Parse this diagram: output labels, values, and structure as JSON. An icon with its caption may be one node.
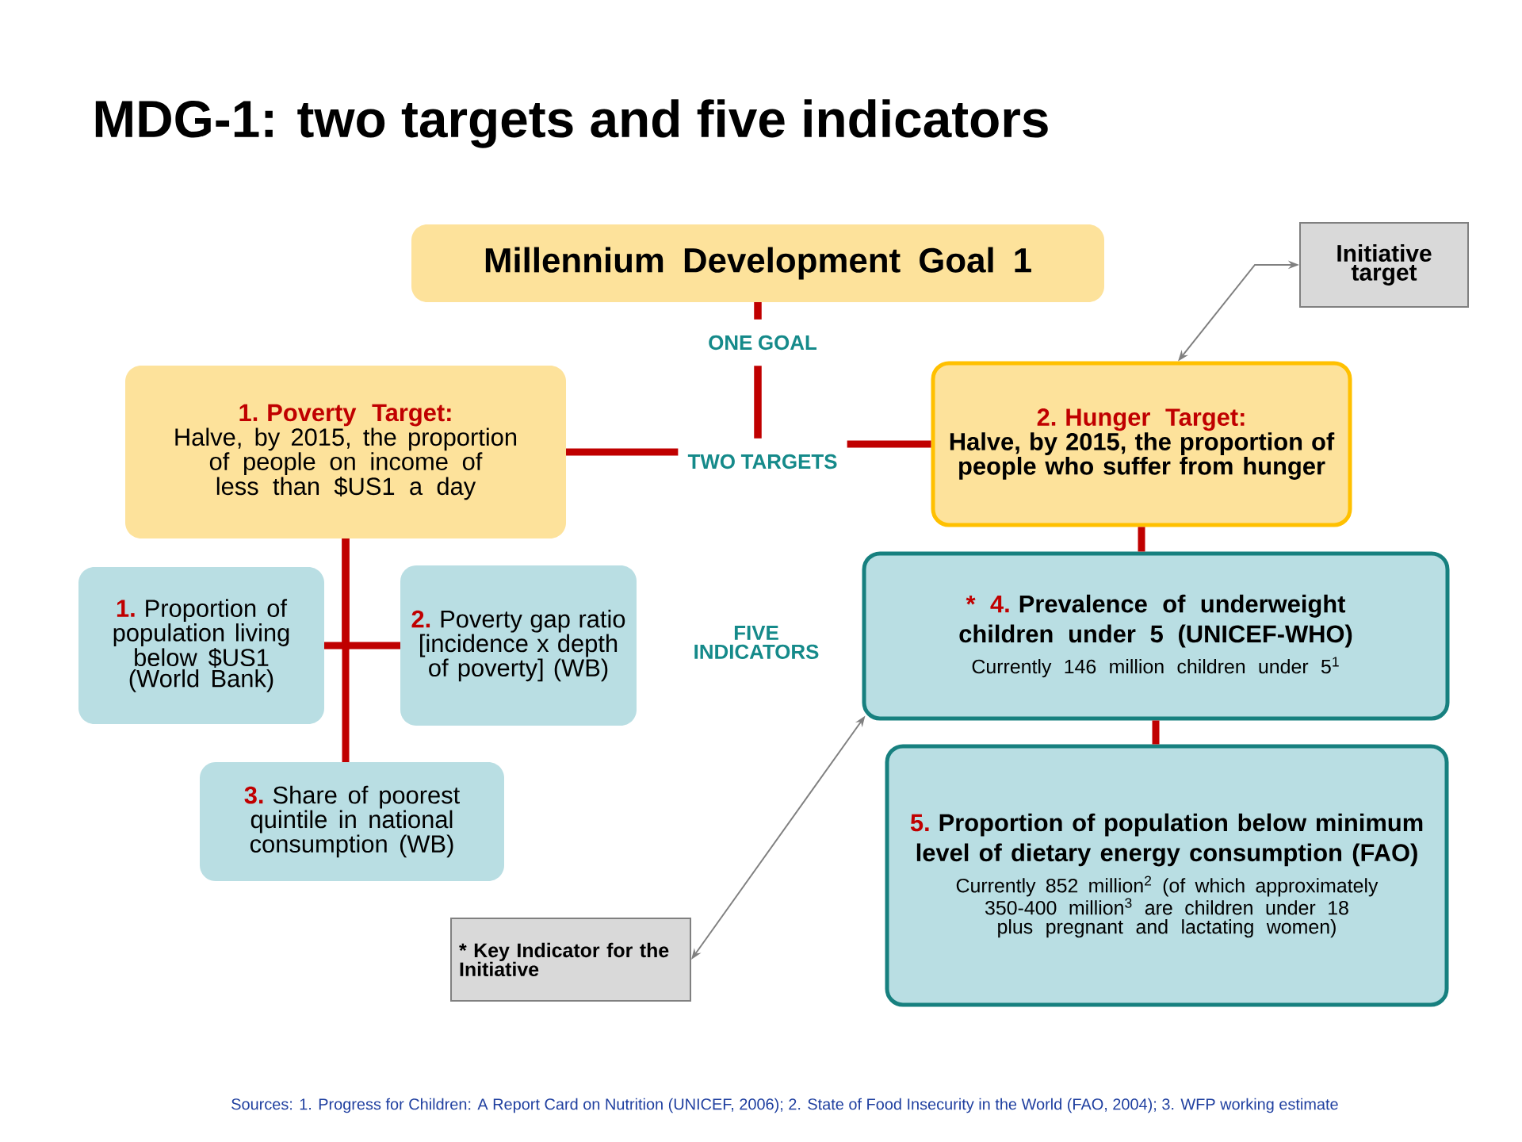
{
  "diagram": {
    "title": "MDG-1: two targets and five indicators",
    "nodes": [
      {
        "text": [
          "Millennium Development Goal 1"
        ]
      },
      {
        "text": [
          "1. Poverty Target:",
          "Halve, by 2015, the proportion of people on income of less than $US1 a day"
        ]
      },
      {
        "text": [
          "2. Hunger Target:",
          "Halve, by 2015, the proportion of people who suffer from hunger"
        ]
      },
      {
        "text": [
          "1.",
          "Proportion of population living below $US1 (World Bank)"
        ]
      },
      {
        "text": [
          "2.",
          "Poverty gap ratio [incidence x depth of poverty] (WB)"
        ]
      },
      {
        "text": [
          "3.",
          "Share of poorest quintile in national consumption (WB)"
        ]
      },
      {
        "text": [
          "* 4.",
          "Prevalence of underweight children under 5 (UNICEF-WHO)",
          "Currently 146 million children under 5$^{1}$"
        ]
      },
      {
        "text": [
          "5.",
          "Proportion of population below minimum level of dietary energy consumption (FAO)",
          "Currently 852 million$^{2}$ (of which approximately 350-400 million$^{3}$ are children under 18 plus pregnant and lactating women)"
        ]
      },
      {
        "text": [
          "Initiative target"
        ]
      },
      {
        "text": [
          "* Key Indicator for the Initiative"
        ]
      }
    ],
    "edges": [
      {
        "from": 0,
        "to": 1,
        "arrow": "none"
      },
      {
        "from": 0,
        "to": 2,
        "arrow": "none"
      },
      {
        "from": 1,
        "to": 3,
        "arrow": "none"
      },
      {
        "from": 1,
        "to": 4,
        "arrow": "none"
      },
      {
        "from": 1,
        "to": 5,
        "arrow": "none"
      },
      {
        "from": 2,
        "to": 6,
        "arrow": "none"
      },
      {
        "from": 6,
        "to": 7,
        "arrow": "none"
      },
      {
        "from": 8,
        "to": 2,
        "arrow": "both",
        "color": "#808080"
      },
      {
        "from": 9,
        "to": 6,
        "arrow": "both",
        "color": "#808080"
      }
    ],
    "labels": [
      "ONE GOAL",
      "TWO TARGETS",
      "FIVE INDICATORS",
      "Sources:  1. Progress for Children: A Report Card on Nutrition (UNICEF, 2006); 2. State of Food Insecurity in the World (FAO, 2004); 3. WFP working estimate"
    ]
  }
}
